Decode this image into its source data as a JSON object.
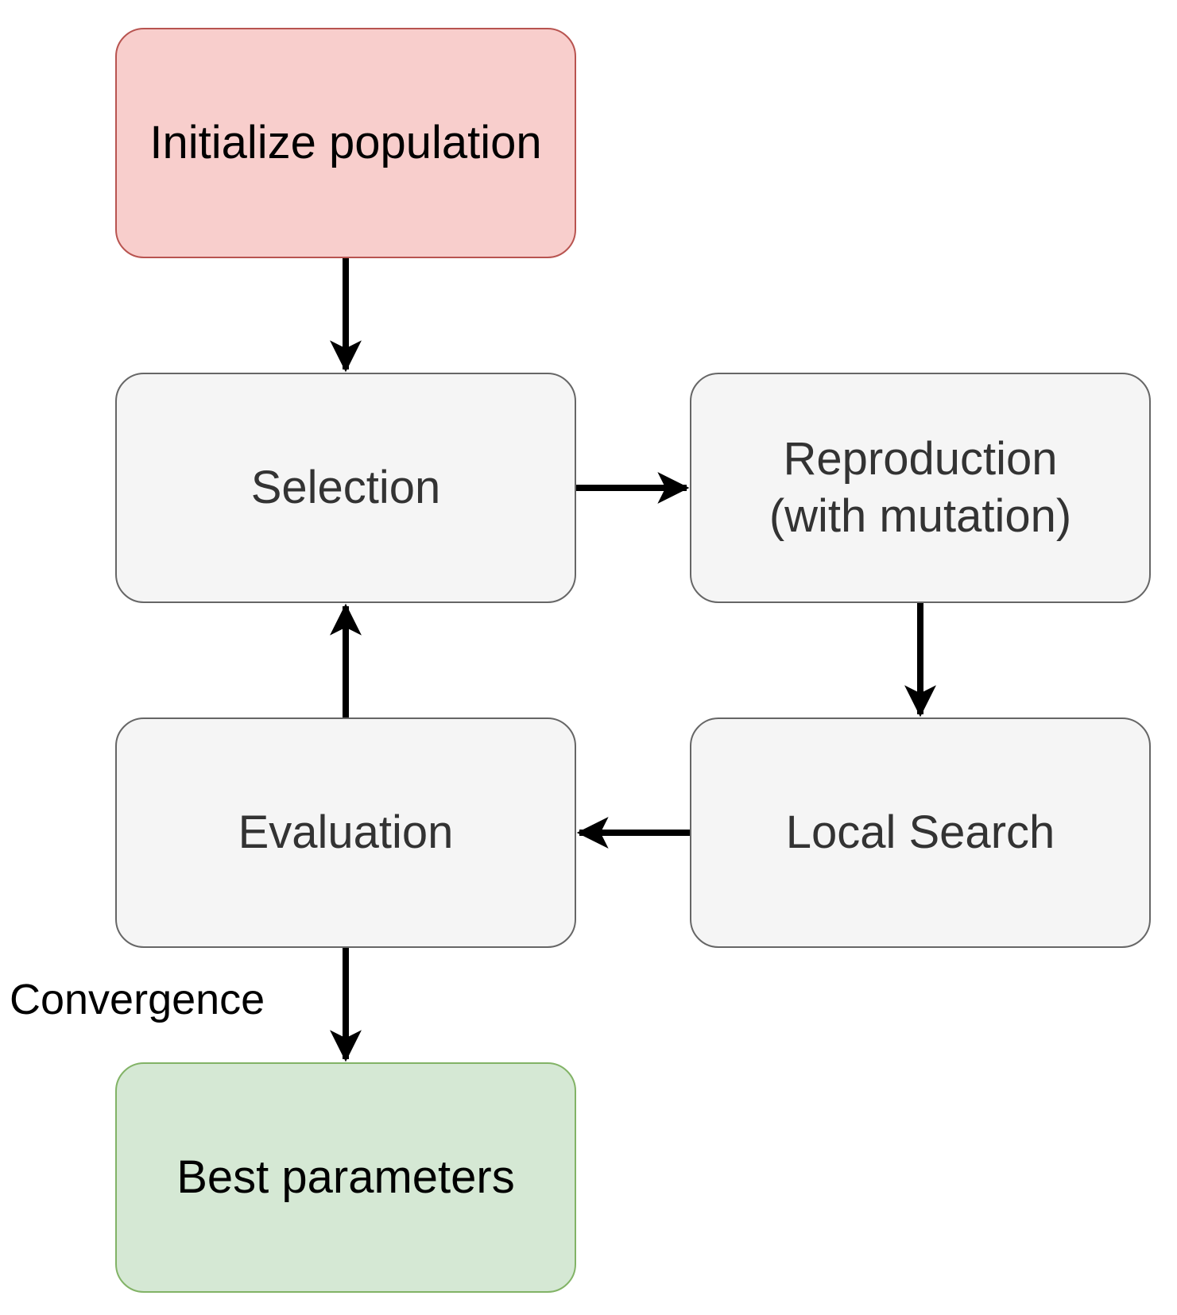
{
  "nodes": {
    "init": "Initialize population",
    "selection": "Selection",
    "reproduction": "Reproduction\n(with mutation)",
    "evaluation": "Evaluation",
    "local_search": "Local Search",
    "best": "Best parameters"
  },
  "edges": [
    {
      "from": "init",
      "to": "selection"
    },
    {
      "from": "selection",
      "to": "reproduction"
    },
    {
      "from": "reproduction",
      "to": "local_search"
    },
    {
      "from": "local_search",
      "to": "evaluation"
    },
    {
      "from": "evaluation",
      "to": "selection"
    },
    {
      "from": "evaluation",
      "to": "best",
      "label": "Convergence"
    }
  ],
  "edge_labels": {
    "convergence": "Convergence"
  },
  "colors": {
    "start_fill": "#f8cecc",
    "start_stroke": "#b85450",
    "process_fill": "#f5f5f5",
    "process_stroke": "#666666",
    "end_fill": "#d5e8d4",
    "end_stroke": "#82b366",
    "arrow": "#000000"
  }
}
